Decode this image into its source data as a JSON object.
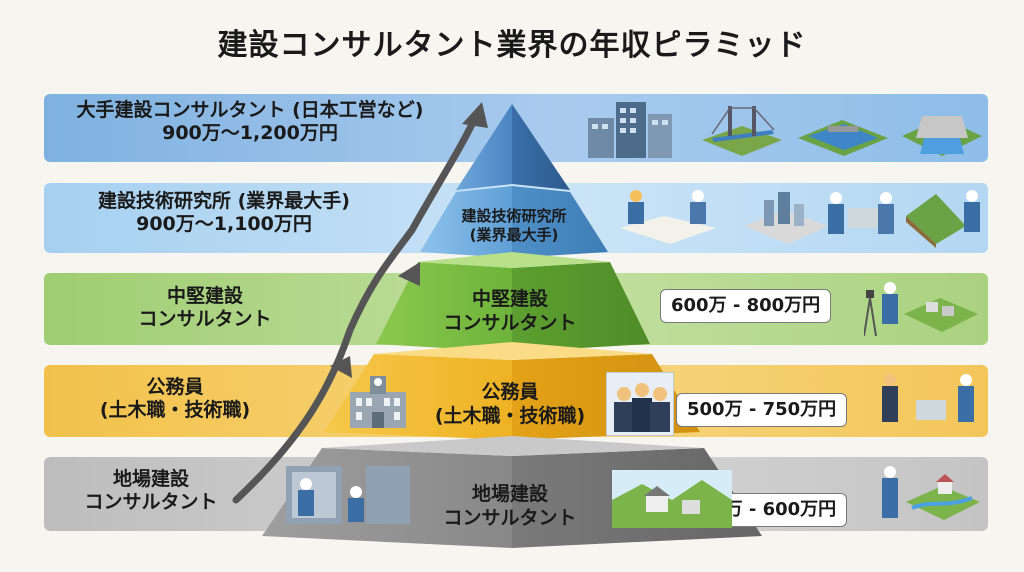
{
  "title": "建設コンサルタント業界の年収ピラミッド",
  "tiers": [
    {
      "name_lines": [
        "大手建設コンサルタント (日本工営など)"
      ],
      "salary": "900万〜1,200万円",
      "color": "#8dbde8",
      "illustration_icons": [
        "office-buildings-icon",
        "bridge-icon",
        "river-dam-icon",
        "water-dam-icon"
      ]
    },
    {
      "name_lines": [
        "建設技術研究所 (業界最大手)"
      ],
      "salary": "900万〜1,100万円",
      "pyramid_lines": [
        "建設技術研究所",
        "(業界最大手)"
      ],
      "color": "#b3d7f2",
      "illustration_icons": [
        "engineers-planning-icon",
        "city-model-icon",
        "engineers-meeting-icon",
        "slope-survey-icon"
      ]
    },
    {
      "name_lines": [
        "中堅建設",
        "コンサルタント"
      ],
      "pyramid_lines": [
        "中堅建設",
        "コンサルタント"
      ],
      "salary": "600万 - 800万円",
      "color": "#a9d27f",
      "illustration_icons": [
        "surveyor-icon",
        "site-plan-icon"
      ]
    },
    {
      "name_lines": [
        "公務員",
        "(土木職・技術職)"
      ],
      "pyramid_lines": [
        "公務員",
        "(土木職・技術職)"
      ],
      "salary": "500万 - 750万円",
      "color": "#f3c65a",
      "illustration_icons": [
        "city-hall-icon",
        "civil-servants-icon",
        "office-workers-icon"
      ]
    },
    {
      "name_lines": [
        "地場建設",
        "コンサルタント"
      ],
      "pyramid_lines": [
        "地場建設",
        "コンサルタント"
      ],
      "salary": "450万 - 600万円",
      "color": "#c4c4c4",
      "illustration_icons": [
        "field-workers-icon",
        "local-town-icon",
        "field-engineer-icon"
      ]
    }
  ]
}
